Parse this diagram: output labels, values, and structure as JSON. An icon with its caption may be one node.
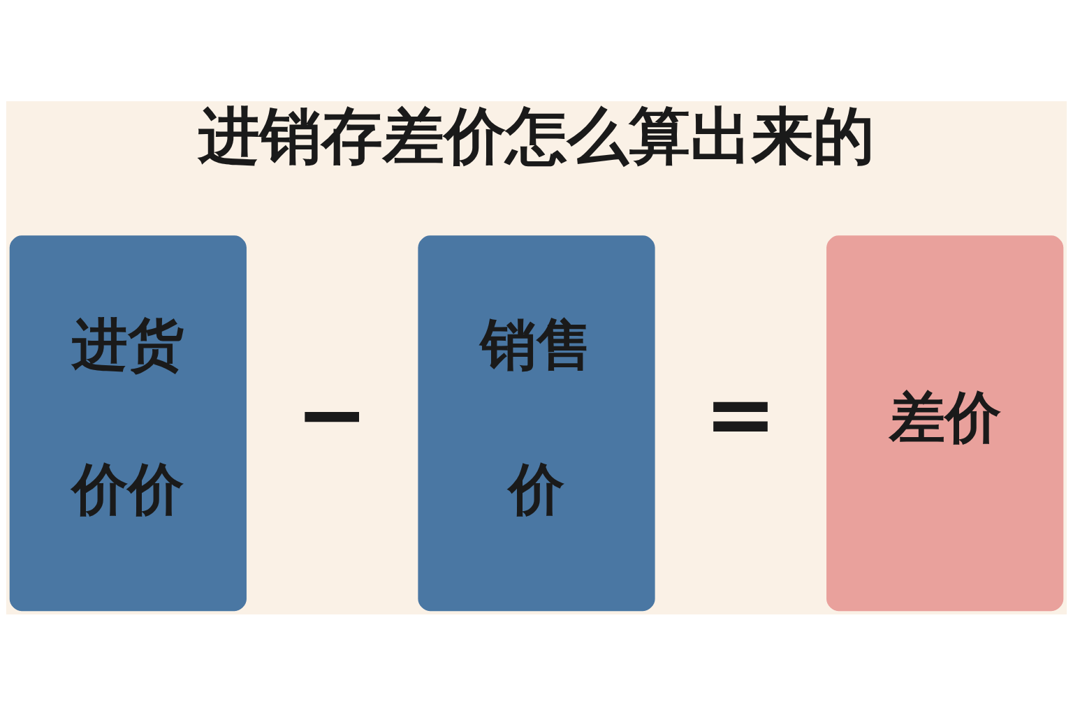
{
  "diagram": {
    "title": "进销存差价怎么算出来的",
    "nodes": [
      {
        "text": [
          "进货",
          "价价"
        ]
      },
      {
        "text": [
          "销售",
          "价"
        ]
      },
      {
        "text": [
          "差价"
        ]
      }
    ],
    "labels": [
      "−",
      "="
    ]
  }
}
